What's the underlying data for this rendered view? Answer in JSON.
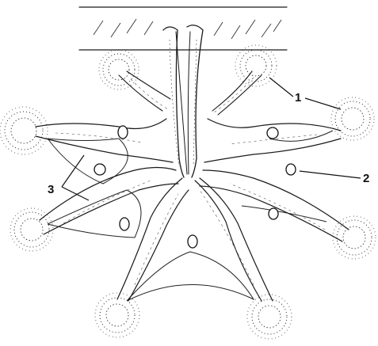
{
  "labels": {
    "one": "1",
    "two": "2",
    "three": "3"
  }
}
